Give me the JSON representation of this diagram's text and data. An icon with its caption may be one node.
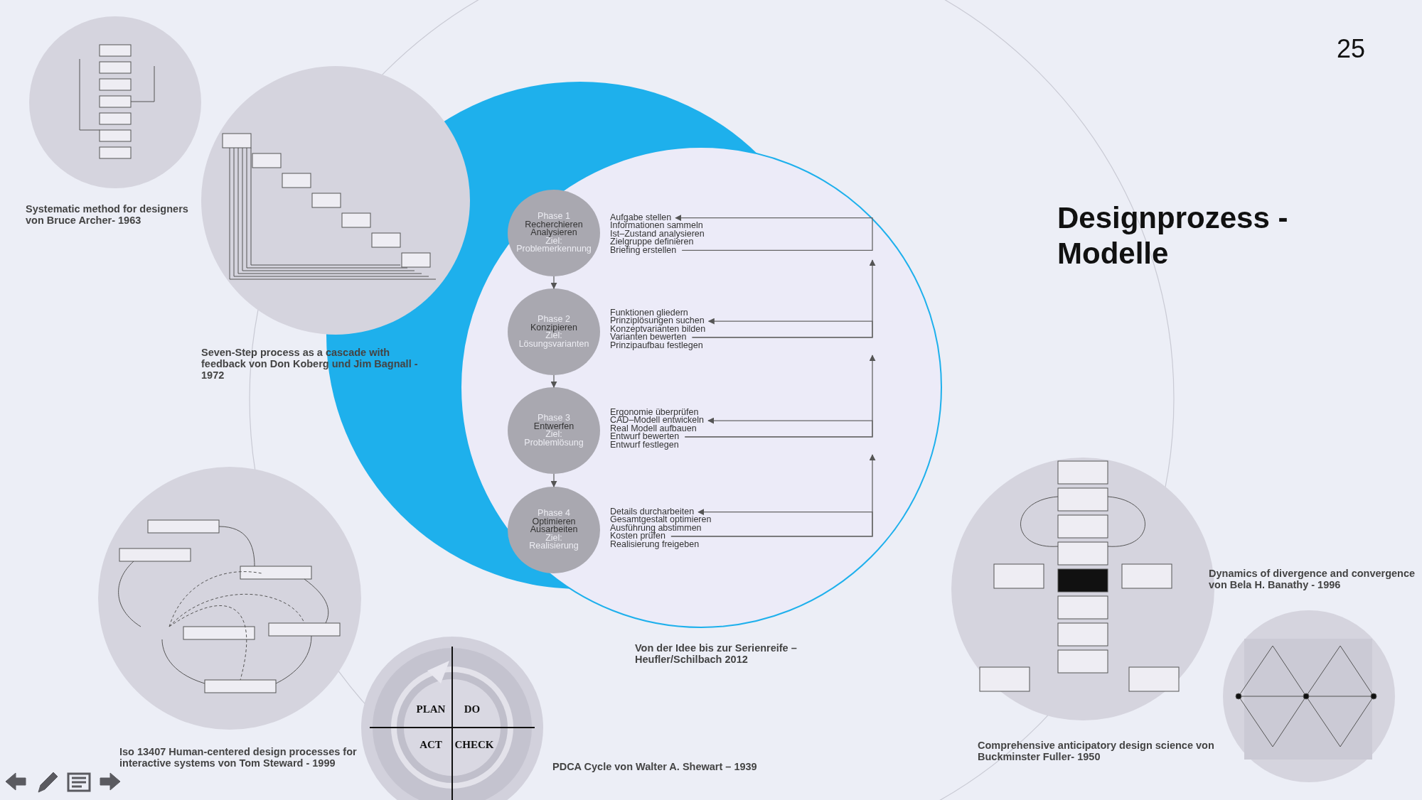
{
  "diagram": {
    "title": "Designprozess - Modelle",
    "nodes": [
      {
        "text": [
          "Phase 1",
          "Recherchieren Analysieren",
          "Ziel:",
          "Problemerkennung"
        ]
      },
      {
        "text": [
          "Aufgabe stellen",
          "Informationen sammeln",
          "Ist–Zustand analysieren",
          "Zielgruppe definieren",
          "Briefing erstellen"
        ]
      },
      {
        "text": [
          "Phase 2",
          "Konzipieren",
          "Ziel:",
          "Lösungsvarianten"
        ]
      },
      {
        "text": [
          "Funktionen gliedern",
          "Prinziplösungen suchen",
          "Konzeptvarianten bilden",
          "Varianten bewerten",
          "Prinzipaufbau festlegen"
        ]
      },
      {
        "text": [
          "Phase 3",
          "Entwerfen",
          "Ziel:",
          "Problemlösung"
        ]
      },
      {
        "text": [
          "Ergonomie überprüfen",
          "CAD–Modell entwickeln",
          "Real Modell aufbauen",
          "Entwurf bewerten",
          "Entwurf festlegen"
        ]
      },
      {
        "text": [
          "Phase 4",
          "Optimieren Ausarbeiten",
          "Ziel:",
          "Realisierung"
        ]
      },
      {
        "text": [
          "Details durcharbeiten",
          "Gesamtgestalt optimieren",
          "Ausführung abstimmen",
          "Kosten prüfen",
          "Realisierung freigeben"
        ]
      },
      {
        "text": [],
        "shape": "picture"
      },
      {
        "text": [],
        "shape": "picture",
        "beside": [
          "Seven-Step process as a cascade with feedback von Don Koberg und Jim Bagnall - 1972"
        ]
      },
      {
        "text": [],
        "shape": "picture"
      },
      {
        "text": [
          "PLAN",
          "DO",
          "ACT",
          "CHECK"
        ]
      },
      {
        "text": [],
        "shape": "picture"
      },
      {
        "text": [],
        "shape": "picture"
      }
    ],
    "edges": [
      {
        "from": 0,
        "to": 2,
        "arrow": "to"
      },
      {
        "from": 2,
        "to": 4,
        "arrow": "to"
      },
      {
        "from": 4,
        "to": 6,
        "arrow": "to"
      },
      {
        "from": 1,
        "to": 1,
        "arrow": "to"
      },
      {
        "from": 3,
        "to": 3,
        "arrow": "to"
      },
      {
        "from": 5,
        "to": 5,
        "arrow": "to"
      },
      {
        "from": 7,
        "to": 7,
        "arrow": "to"
      },
      {
        "from": 3,
        "to": null,
        "arrow": "to"
      },
      {
        "from": 5,
        "to": null,
        "arrow": "to"
      },
      {
        "from": 7,
        "to": null,
        "arrow": "to"
      }
    ],
    "labels": [
      "25",
      "Systematic method for designers von Bruce Archer- 1963",
      "Von der Idee bis zur Serienreife – Heufler/Schilbach 2012",
      "Dynamics of divergence and convergence  von Bela H. Banathy - 1996",
      "Comprehensive anticipatory design science von Buckminster Fuller- 1950",
      "Iso 13407 Human-centered design processes for interactive systems von Tom Steward - 1999",
      "PDCA Cycle von Walter A. Shewart – 1939"
    ]
  }
}
